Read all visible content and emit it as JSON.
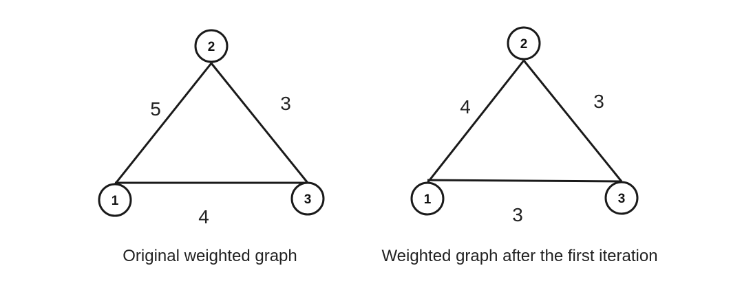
{
  "diagrams": [
    {
      "caption": "Original weighted graph",
      "nodes": [
        {
          "id": "1",
          "label": "1"
        },
        {
          "id": "2",
          "label": "2"
        },
        {
          "id": "3",
          "label": "3"
        }
      ],
      "edges": [
        {
          "from": "1",
          "to": "2",
          "weight": "5"
        },
        {
          "from": "2",
          "to": "3",
          "weight": "3"
        },
        {
          "from": "1",
          "to": "3",
          "weight": "4"
        }
      ]
    },
    {
      "caption": "Weighted graph after the first iteration",
      "nodes": [
        {
          "id": "1",
          "label": "1"
        },
        {
          "id": "2",
          "label": "2"
        },
        {
          "id": "3",
          "label": "3"
        }
      ],
      "edges": [
        {
          "from": "1",
          "to": "2",
          "weight": "4"
        },
        {
          "from": "2",
          "to": "3",
          "weight": "3"
        },
        {
          "from": "1",
          "to": "3",
          "weight": "3"
        }
      ]
    }
  ],
  "colors": {
    "stroke": "#1a1a1a",
    "text": "#222222",
    "background": "#ffffff"
  }
}
